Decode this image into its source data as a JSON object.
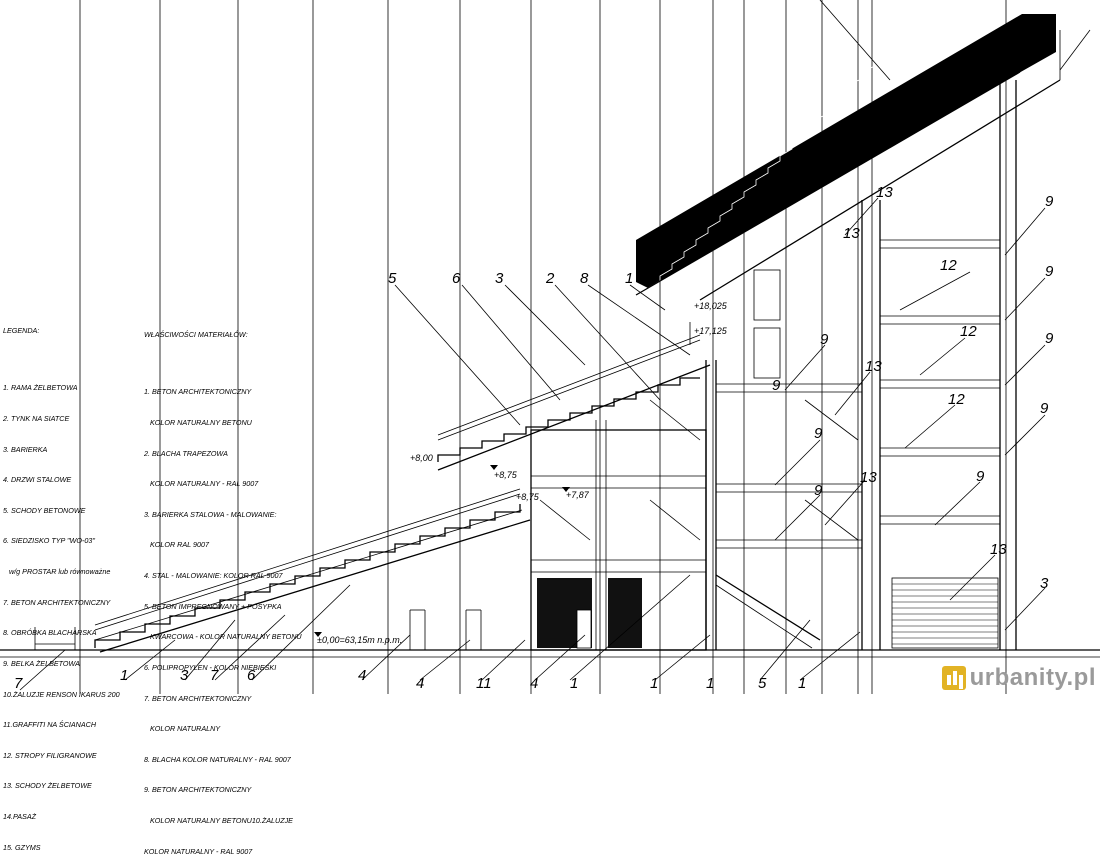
{
  "legend": {
    "title": "LEGENDA:",
    "items": [
      "1. RAMA ŻELBETOWA",
      "2. TYNK NA SIATCE",
      "3. BARIERKA",
      "4. DRZWI STALOWE",
      "5. SCHODY BETONOWE",
      "6. SIEDZISKO TYP \"WO-03\"",
      "   w/g PROSTAR lub równoważne",
      "7. BETON ARCHITEKTONICZNY",
      "8. OBRÓBKA BLACHARSKA",
      "9. BELKA ŻELBETOWA",
      "10.ŻALUZJE RENSON IKARUS 200",
      "11.GRAFFITI NA ŚCIANACH",
      "12. STROPY FILIGRANOWE",
      "13. SCHODY ŻELBETOWE",
      "14.PASAŻ",
      "15. GZYMS"
    ]
  },
  "materials": {
    "title": "WŁAŚCIWOŚCI MATERIAŁÓW:",
    "items": [
      "1. BETON ARCHITEKTONICZNY",
      "   KOLOR NATURALNY BETONU",
      "2. BLACHA TRAPEZOWA",
      "   KOLOR NATURALNY - RAL 9007",
      "3. BARIERKA STALOWA - MALOWANIE:",
      "   KOLOR RAL 9007",
      "4. STAL - MALOWANIE: KOLOR RAL 9007",
      "5. BETON IMPREGNOWANY + POSYPKA",
      "   KWARCOWA - KOLOR NATURALNY BETONU",
      "6. POLIPROPYLEN - KOLOR NIEBIESKI",
      "7. BETON ARCHITEKTONICZNY",
      "   KOLOR NATURALNY",
      "8. BLACHA KOLOR NATURALNY - RAL 9007",
      "9. BETON ARCHITEKTONICZNY",
      "   KOLOR NATURALNY BETONU10.ŻALUZJE",
      "KOLOR NATURALNY - RAL 9007"
    ]
  },
  "elevations": {
    "ground": "±0,00=63,15m n.p.m.",
    "e1": "+8,00",
    "e2": "+8,75",
    "e3": "+8,75",
    "e4": "+7,87",
    "e5": "+18,025",
    "e6": "+17,125"
  },
  "callouts": {
    "top": [
      "5",
      "6",
      "3",
      "2",
      "8",
      "1"
    ],
    "right": [
      "13",
      "9",
      "12",
      "9",
      "12",
      "9",
      "13",
      "12",
      "9",
      "9",
      "9",
      "13",
      "9",
      "13",
      "3"
    ],
    "mid": [
      "9",
      "13",
      "9"
    ],
    "bottom": [
      "7",
      "1",
      "3",
      "7",
      "6",
      "4",
      "4",
      "11",
      "4",
      "1",
      "1",
      "1",
      "5",
      "1"
    ]
  },
  "watermark": {
    "text": "urbanity.pl"
  },
  "colors": {
    "ink": "#000000",
    "watermark": "#9a9a9a",
    "logo": "#e2b325"
  }
}
